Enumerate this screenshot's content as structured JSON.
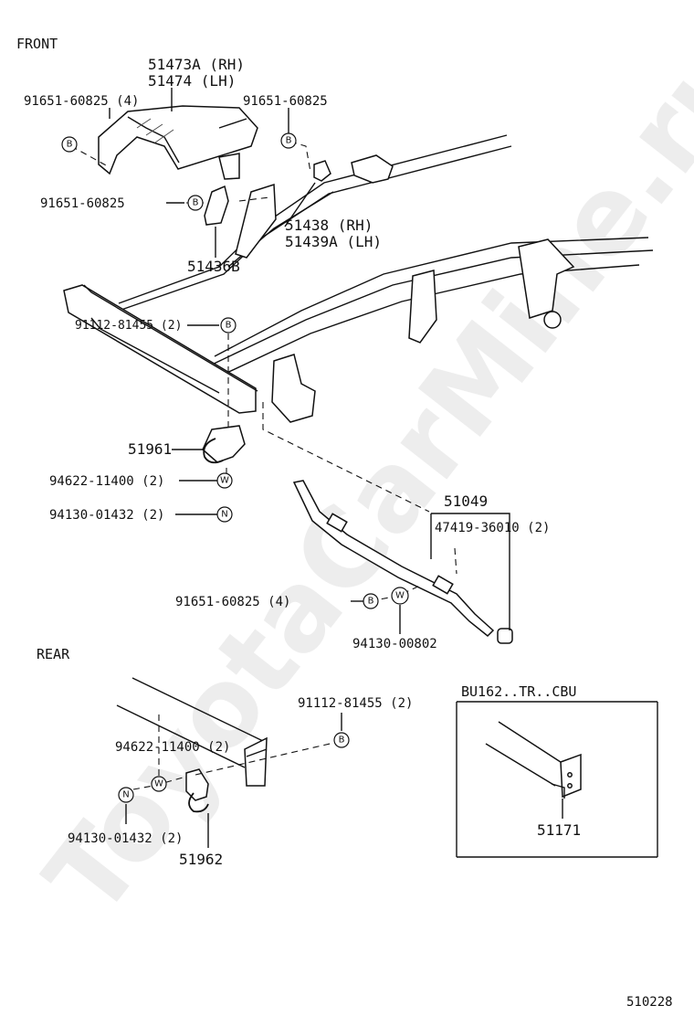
{
  "watermark": "ToyotaCarMine.ru",
  "sections": {
    "front": "FRONT",
    "rear": "REAR",
    "inset": "BU162..TR..CBU"
  },
  "figure_code": "510228",
  "labels": {
    "p51473A": "51473A (RH)",
    "p51474": "51474  (LH)",
    "b_tl": "91651-60825 (4)",
    "b_tr": "91651-60825",
    "b_mid": "91651-60825",
    "p51436B": "51436B",
    "p51438": "51438  (RH)",
    "p51439A": "51439A (LH)",
    "b_91112_f": "91112-81455 (2)",
    "p51961": "51961",
    "w_94622_f": "94622-11400 (2)",
    "n_94130_f": "94130-01432 (2)",
    "p51049": "51049",
    "p47419": "47419-36010 (2)",
    "b_91651_4": "91651-60825 (4)",
    "w_94130_00802": "94130-00802",
    "b_91112_r": "91112-81455 (2)",
    "w_94622_r": "94622-11400 (2)",
    "n_94130_r": "94130-01432 (2)",
    "p51962": "51962",
    "p51171": "51171"
  },
  "symbols": {
    "bolt": "B",
    "washer": "W",
    "nut": "N"
  }
}
